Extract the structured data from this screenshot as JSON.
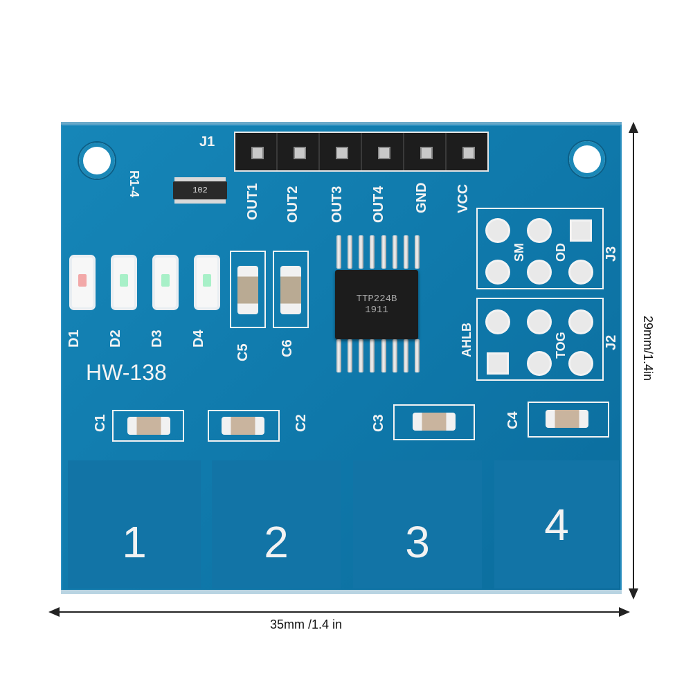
{
  "board": {
    "model": "HW-138",
    "header_label": "J1",
    "pins": [
      "OUT1",
      "OUT2",
      "OUT3",
      "OUT4",
      "GND",
      "VCC"
    ],
    "resistor_label": "R1-4",
    "resistor_code": "102",
    "chip": {
      "part": "TTP224B",
      "date_code": "1911"
    },
    "leds": [
      "D1",
      "D2",
      "D3",
      "D4"
    ],
    "big_caps": [
      "C5",
      "C6"
    ],
    "small_caps": [
      "C1",
      "C2",
      "C3",
      "C4"
    ],
    "jumper_j3": {
      "label": "J3",
      "marks": [
        "SM",
        "OD"
      ]
    },
    "jumper_j2": {
      "label": "J2",
      "marks": [
        "AHLB",
        "TOG"
      ]
    },
    "touch_pads": [
      "1",
      "2",
      "3",
      "4"
    ]
  },
  "dimensions": {
    "width": "35mm /1.4 in",
    "height": "29mm/1.4in"
  }
}
